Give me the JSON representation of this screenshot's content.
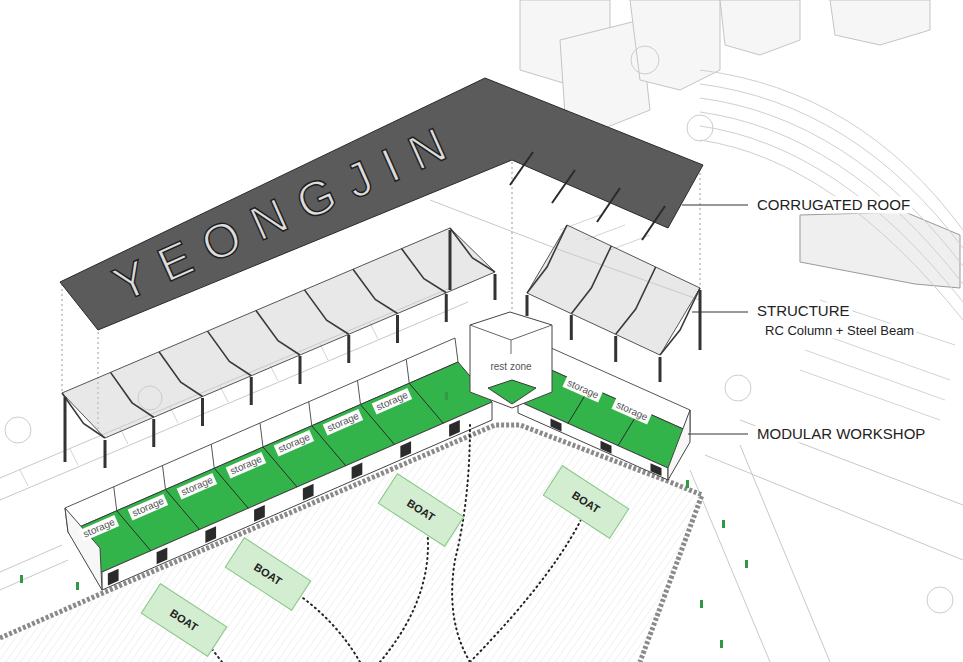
{
  "diagram": {
    "nodes": [
      {
        "text": [
          "YEONGJIN"
        ]
      },
      {
        "text": [
          "BOAT"
        ]
      },
      {
        "text": [
          "BOAT"
        ]
      },
      {
        "text": [
          "BOAT"
        ]
      },
      {
        "text": [
          "BOAT"
        ]
      }
    ],
    "labels": [
      "CORRUGATED ROOF",
      "STRUCTURE",
      "RC Column + Steel Beam",
      "MODULAR WORKSHOP",
      "rest zone",
      "storage",
      "storage",
      "storage",
      "storage",
      "storage",
      "storage",
      "storage",
      "storage",
      "storage"
    ]
  }
}
